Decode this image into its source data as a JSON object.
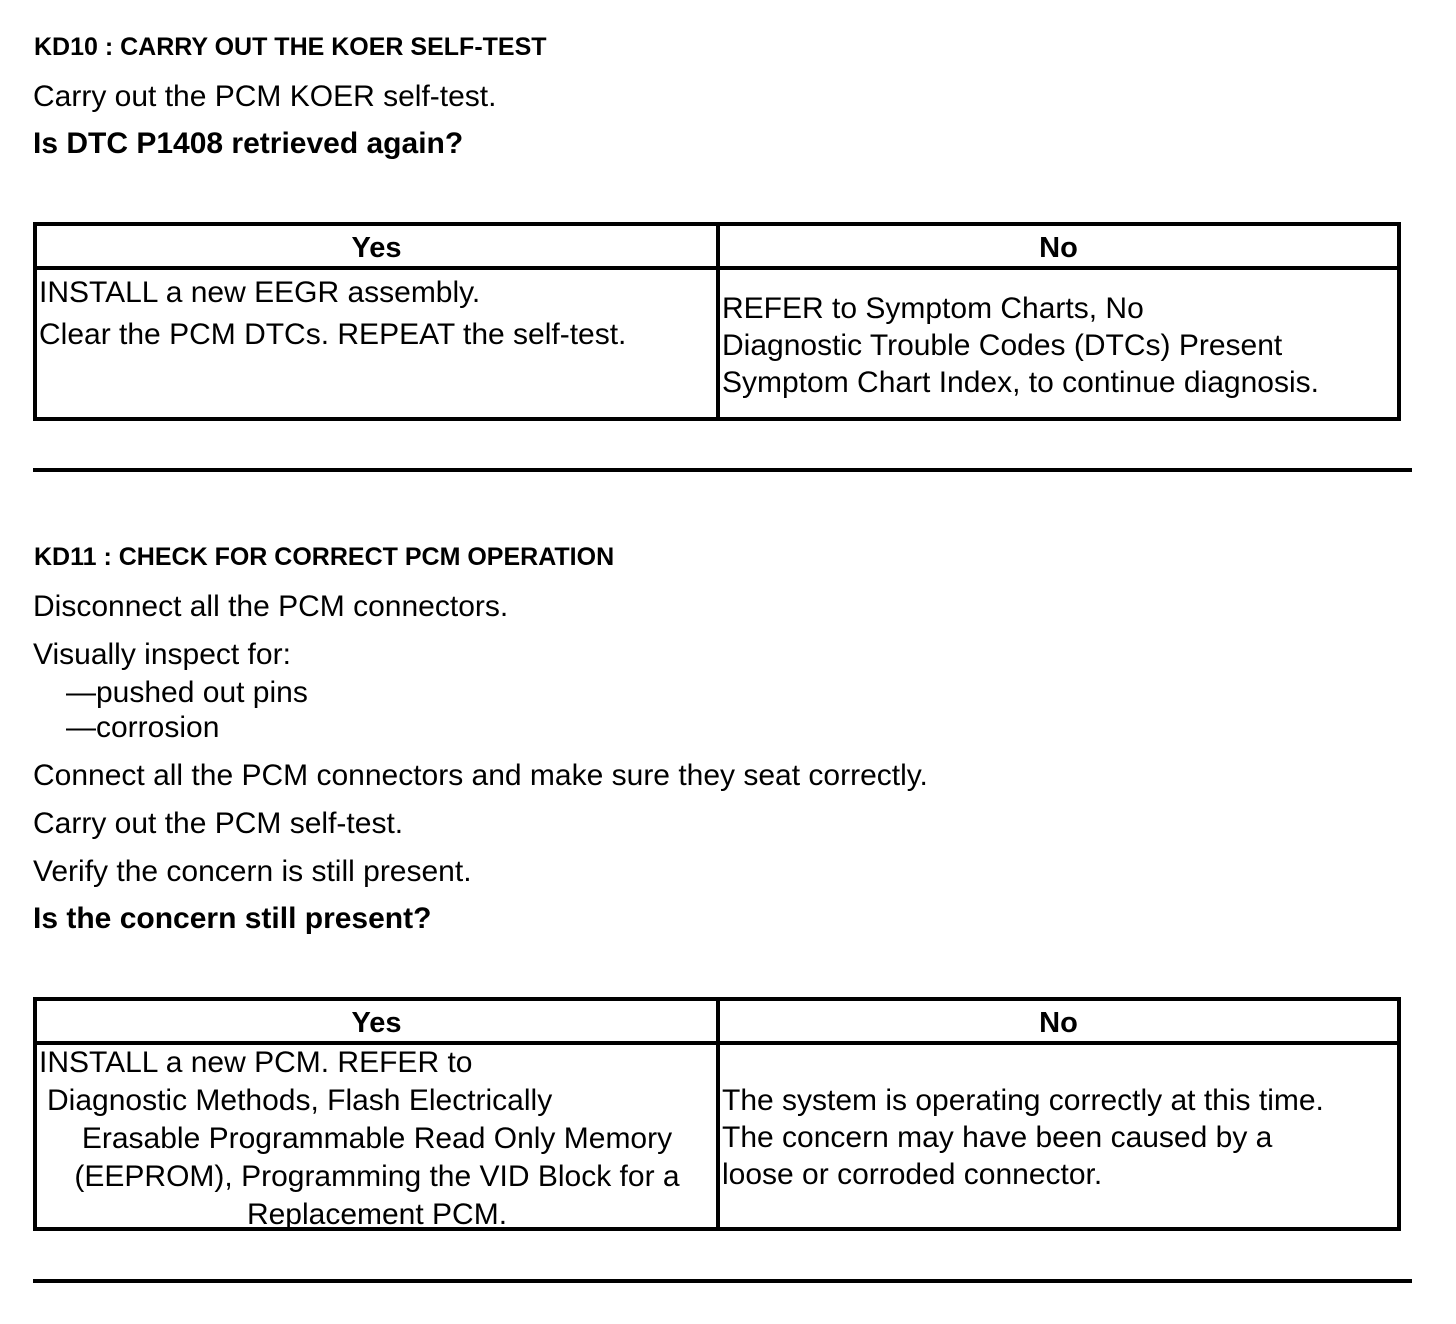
{
  "kd10": {
    "heading": "KD10 : CARRY OUT THE KOER SELF-TEST",
    "steps": [
      "Carry out the PCM KOER self-test."
    ],
    "question": "Is DTC P1408 retrieved again?",
    "table": {
      "yes_header": "Yes",
      "no_header": "No",
      "yes_lines": [
        "INSTALL a new EEGR assembly.",
        " Clear the PCM DTCs. REPEAT the self-test."
      ],
      "no_lines": [
        "REFER to Symptom Charts, No",
        "Diagnostic Trouble Codes (DTCs) Present",
        "Symptom Chart Index, to continue diagnosis."
      ]
    }
  },
  "kd11": {
    "heading": "KD11 : CHECK FOR CORRECT PCM OPERATION",
    "steps": [
      "Disconnect all the PCM connectors.",
      "Visually inspect for:",
      "Connect all the PCM connectors and make sure they seat correctly.",
      "Carry out the PCM self-test.",
      "Verify the concern is still present."
    ],
    "inspect_items": [
      "—pushed out pins",
      "—corrosion"
    ],
    "question": "Is the concern still present?",
    "table": {
      "yes_header": "Yes",
      "no_header": "No",
      "yes_lines": [
        "INSTALL a new PCM.  REFER to",
        "Diagnostic Methods, Flash Electrically",
        "Erasable Programmable Read Only Memory",
        "(EEPROM), Programming the VID Block for a",
        "Replacement PCM."
      ],
      "no_lines": [
        "The system is operating correctly at this time.",
        "The concern may have been caused by a",
        "loose or corroded connector."
      ]
    }
  }
}
